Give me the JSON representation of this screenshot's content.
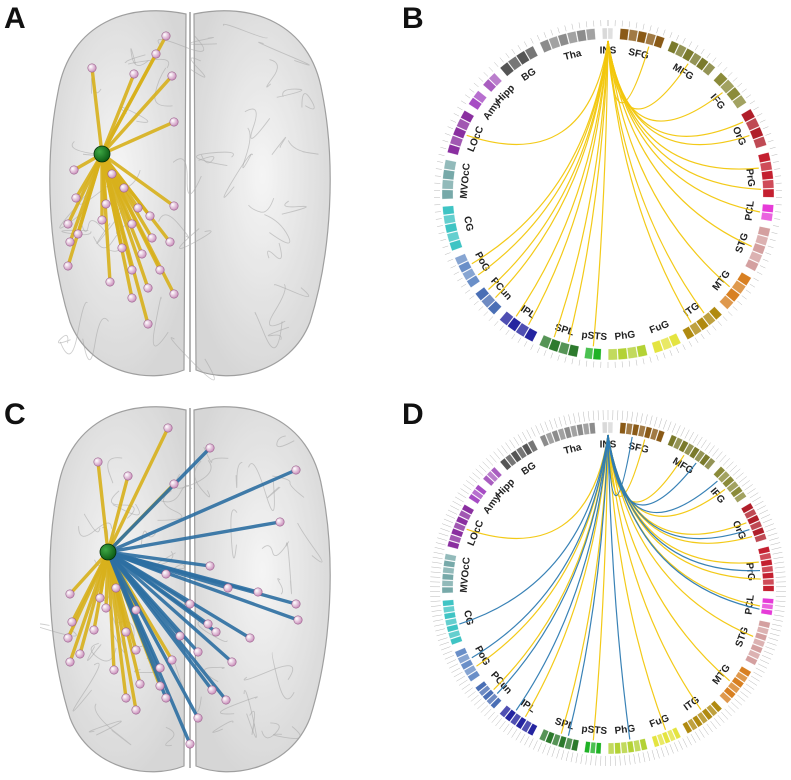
{
  "panels": {
    "A": {
      "label": "A",
      "connection_colors": [
        "#d8b11c"
      ]
    },
    "B": {
      "label": "B",
      "connection_colors": [
        "#f2c70c"
      ]
    },
    "C": {
      "label": "C",
      "connection_colors": [
        "#d8b11c",
        "#2d6fa2"
      ]
    },
    "D": {
      "label": "D",
      "connection_colors": [
        "#f2c70c",
        "#2e7bb2"
      ]
    }
  },
  "brain": {
    "hub_color": "#0b5a13",
    "node_color": "#e8b6dd",
    "outline_color": "#8f8f8f"
  },
  "regions": [
    {
      "name": "INS",
      "color": "#d9d9d9"
    },
    {
      "name": "SFG",
      "color": "#8a5a17"
    },
    {
      "name": "MFG",
      "color": "#7a7a2c"
    },
    {
      "name": "IFG",
      "color": "#8b8b3a"
    },
    {
      "name": "OrG",
      "color": "#b01e2a"
    },
    {
      "name": "PrG",
      "color": "#c42030"
    },
    {
      "name": "PCL",
      "color": "#e63bd8"
    },
    {
      "name": "STG",
      "color": "#d4a0a0"
    },
    {
      "name": "MTG",
      "color": "#d88022"
    },
    {
      "name": "ITG",
      "color": "#b08a10"
    },
    {
      "name": "FuG",
      "color": "#e4e440"
    },
    {
      "name": "PhG",
      "color": "#b3d235"
    },
    {
      "name": "pSTS",
      "color": "#1fb226"
    },
    {
      "name": "SPL",
      "color": "#2d7a2d"
    },
    {
      "name": "IPL",
      "color": "#2424a0"
    },
    {
      "name": "PCun",
      "color": "#4a6fb5"
    },
    {
      "name": "PoG",
      "color": "#6a8fc8"
    },
    {
      "name": "CG",
      "color": "#3fc4c4"
    },
    {
      "name": "MVOcC",
      "color": "#77a9a9"
    },
    {
      "name": "LOcC",
      "color": "#8a2fa0"
    },
    {
      "name": "Amy",
      "color": "#a64cc4"
    },
    {
      "name": "Hipp",
      "color": "#a95ec0"
    },
    {
      "name": "BG",
      "color": "#555555"
    },
    {
      "name": "Tha",
      "color": "#8c8c8c"
    }
  ]
}
